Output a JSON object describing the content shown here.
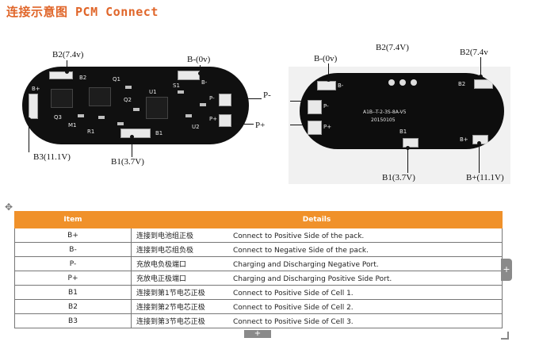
{
  "title": "连接示意图 PCM Connect",
  "left_board": {
    "labels": {
      "b2": "B2(7.4v)",
      "b_minus": "B-(0v)",
      "p_minus": "P-",
      "p_plus": "P+",
      "b3": "B3(11.1V)",
      "b1": "B1(3.7V)"
    },
    "silk": [
      "B2",
      "B-",
      "B+",
      "B1",
      "P-",
      "P+",
      "S1",
      "R1",
      "Q1",
      "Q2",
      "Q3",
      "U1",
      "U2",
      "M1"
    ]
  },
  "right_board": {
    "labels": {
      "b2_top": "B2(7.4V)",
      "b2_right": "B2(7.4v",
      "b_minus": "B-(0v)",
      "b1": "B1(3.7V)",
      "b_plus": "B+(11.1V)"
    },
    "silk": [
      "B-",
      "B2",
      "P-",
      "P+",
      "B1",
      "B+",
      "A1B--T-2-3S-8A-V5",
      "20150105"
    ]
  },
  "table": {
    "headers": [
      "Item",
      "Details"
    ],
    "rows": [
      {
        "item": "B+",
        "cn": "连接到电池组正极",
        "en": "Connect to Positive Side of the pack."
      },
      {
        "item": "B-",
        "cn": "连接到电芯组负极",
        "en": "Connect to Negative Side of the pack."
      },
      {
        "item": "P-",
        "cn": "充放电负极端口",
        "en": "Charging and Discharging Negative Port."
      },
      {
        "item": "P+",
        "cn": "充放电正极端口",
        "en": "Charging and Discharging Positive Side Port."
      },
      {
        "item": "B1",
        "cn": "连接到第1节电芯正极",
        "en": "Connect to Positive Side of Cell 1."
      },
      {
        "item": "B2",
        "cn": "连接到第2节电芯正极",
        "en": "Connect to Positive Side of Cell 2."
      },
      {
        "item": "B3",
        "cn": "连接到第3节电芯正极",
        "en": "Connect to Positive Side of Cell 3."
      }
    ]
  },
  "controls": {
    "side_tab": "+",
    "bottom_tab": "+",
    "move_icon": "✥"
  }
}
